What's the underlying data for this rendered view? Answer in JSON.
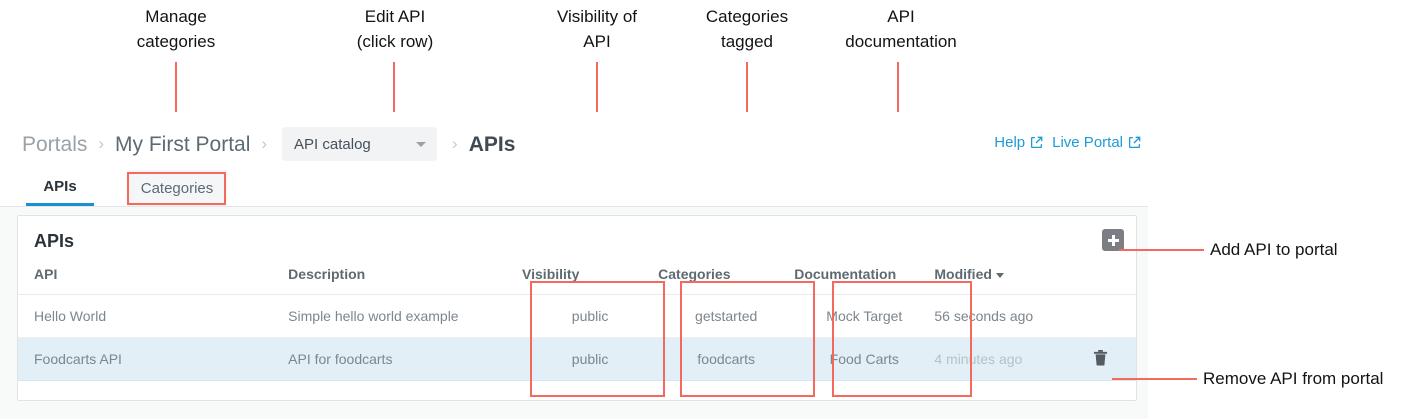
{
  "annotations": {
    "top": [
      {
        "text": "Manage\ncategories",
        "target": "categories-tab"
      },
      {
        "text": "Edit API\n(click row)",
        "target": "table-row"
      },
      {
        "text": "Visibility of\nAPI",
        "target": "visibility-column"
      },
      {
        "text": "Categories\ntagged",
        "target": "categories-column"
      },
      {
        "text": "API\ndocumentation",
        "target": "documentation-column"
      }
    ],
    "right": [
      {
        "text": "Add API to portal",
        "target": "add-api-button"
      },
      {
        "text": "Remove API from portal",
        "target": "remove-api-button"
      }
    ],
    "color": "#f4695c"
  },
  "breadcrumb": {
    "items": [
      {
        "label": "Portals",
        "type": "link"
      },
      {
        "label": "My First Portal",
        "type": "link"
      },
      {
        "label": "API catalog",
        "type": "select"
      },
      {
        "label": "APIs",
        "type": "current"
      }
    ],
    "separator": "›"
  },
  "toplinks": [
    {
      "label": "Help",
      "icon": "external-link-icon"
    },
    {
      "label": "Live Portal",
      "icon": "external-link-icon"
    }
  ],
  "tabs": [
    {
      "label": "APIs",
      "active": true
    },
    {
      "label": "Categories",
      "active": false
    }
  ],
  "card": {
    "title": "APIs",
    "add_button_icon": "plus-icon",
    "table": {
      "columns": [
        "API",
        "Description",
        "Visibility",
        "Categories",
        "Documentation",
        "Modified"
      ],
      "sorted_column": "Modified",
      "sort_direction": "desc",
      "rows": [
        {
          "api": "Hello World",
          "description": "Simple hello world example",
          "visibility": "public",
          "categories": "getstarted",
          "documentation": "Mock Target",
          "modified": "56 seconds ago",
          "selected": false,
          "has_delete": false
        },
        {
          "api": "Foodcarts API",
          "description": "API for foodcarts",
          "visibility": "public",
          "categories": "foodcarts",
          "documentation": "Food Carts",
          "modified": "4 minutes ago",
          "selected": true,
          "has_delete": true,
          "delete_icon": "trash-icon"
        }
      ]
    }
  },
  "colors": {
    "accent_blue": "#1a8fd0",
    "link_blue": "#1f9ad6",
    "annotation_red": "#f4695c",
    "selected_row": "#e2eff6",
    "add_button_gray": "#7b7f83"
  }
}
